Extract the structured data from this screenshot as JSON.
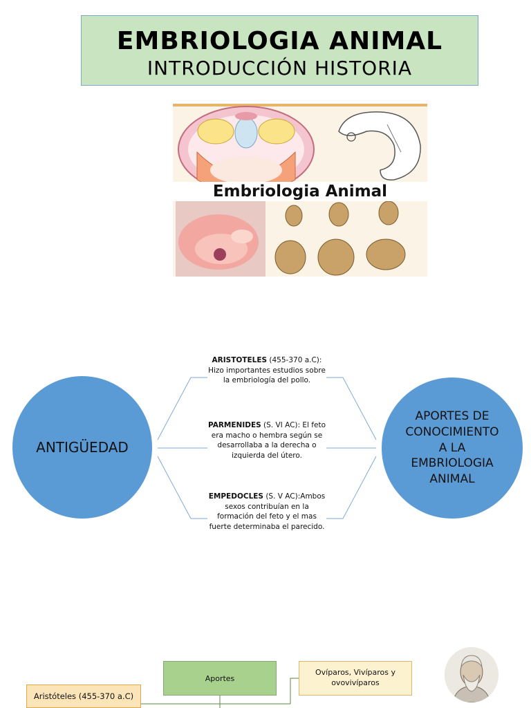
{
  "header": {
    "title": "EMBRIOLOGIA ANIMAL",
    "subtitle": "INTRODUCCIÓN HISTORIA"
  },
  "collage": {
    "label": "Embriologia Animal"
  },
  "mindmap": {
    "left_node": "ANTIGÜEDAD",
    "right_node": "APORTES DE CONOCIMIENTO A LA EMBRIOLOGIA ANIMAL",
    "notes": [
      {
        "name": "ARISTOTELES",
        "date": " (455-370 a.C)",
        "text": ": Hizo importantes estudios sobre la embriología del pollo."
      },
      {
        "name": "PARMENIDES",
        "date": " (S. VI AC)",
        "text": ": El feto era macho o hembra según se desarrollaba a la derecha o izquierda del útero."
      },
      {
        "name": "EMPEDOCLES",
        "date": " (S. V AC)",
        "text": ":Ambos sexos contribuían en la formación del feto y el mas fuerte determinaba el parecido."
      }
    ]
  },
  "bottom": {
    "aportes": "Aportes",
    "ovi": "Ovíparos,  Vivíparos y ovovivíparos",
    "aristoteles": "Aristóteles (455-370 a.C)"
  }
}
